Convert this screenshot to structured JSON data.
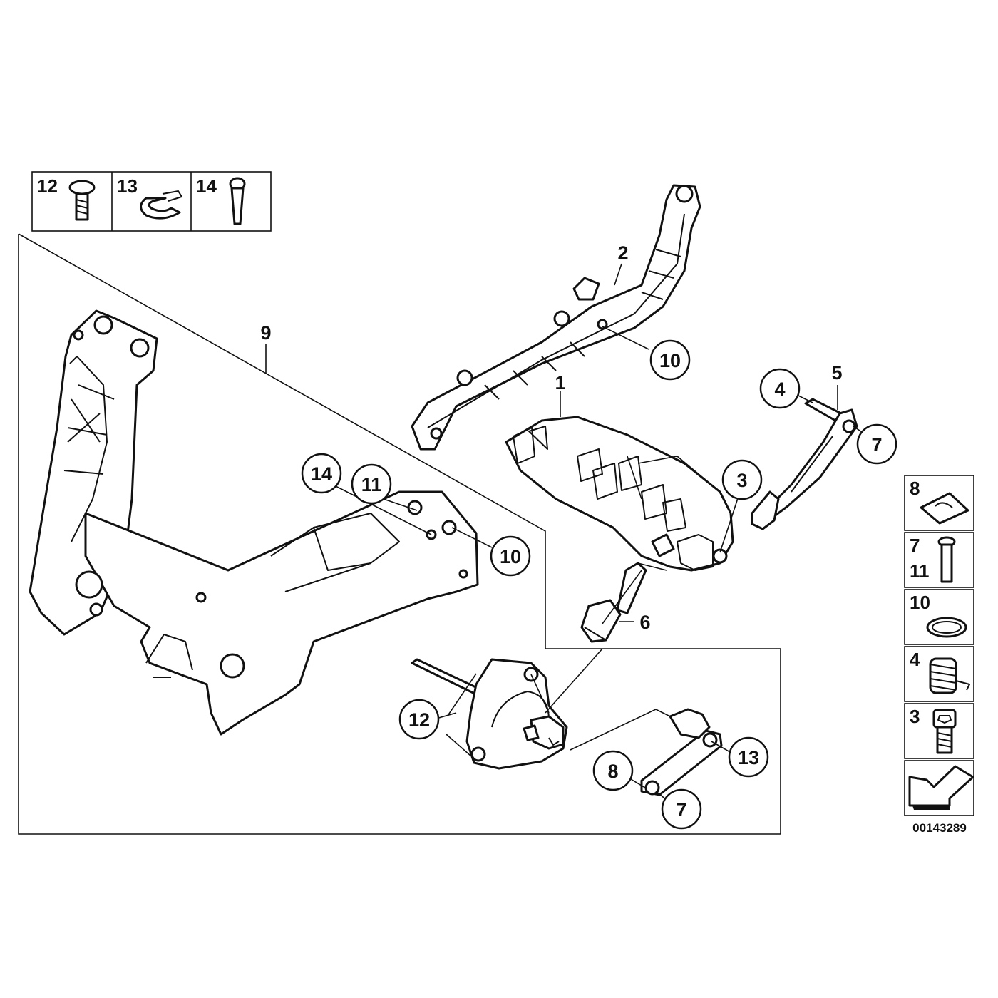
{
  "legend_top": [
    {
      "num": "12",
      "icon": "torx-screw-icon"
    },
    {
      "num": "13",
      "icon": "retaining-clip-icon"
    },
    {
      "num": "14",
      "icon": "dowel-pin-icon"
    }
  ],
  "legend_side": [
    {
      "num": "8",
      "icon": "spring-nut-icon"
    },
    {
      "num": "7",
      "num2": "11",
      "icon": "pin-bolt-icon"
    },
    {
      "num": "10",
      "icon": "circlip-icon"
    },
    {
      "num": "4",
      "icon": "coil-spring-icon"
    },
    {
      "num": "3",
      "icon": "hex-socket-screw-icon"
    }
  ],
  "callouts": {
    "c1": "1",
    "c2": "2",
    "c3": "3",
    "c4": "4",
    "c5": "5",
    "c6": "6",
    "c7_top": "7",
    "c7_bottom": "7",
    "c8": "8",
    "c9": "9",
    "c10_top": "10",
    "c10_mid": "10",
    "c11": "11",
    "c12": "12",
    "c13": "13",
    "c14": "14"
  },
  "direction_arrow_icon": "direction-arrow-icon",
  "diagram_number": "00143289"
}
